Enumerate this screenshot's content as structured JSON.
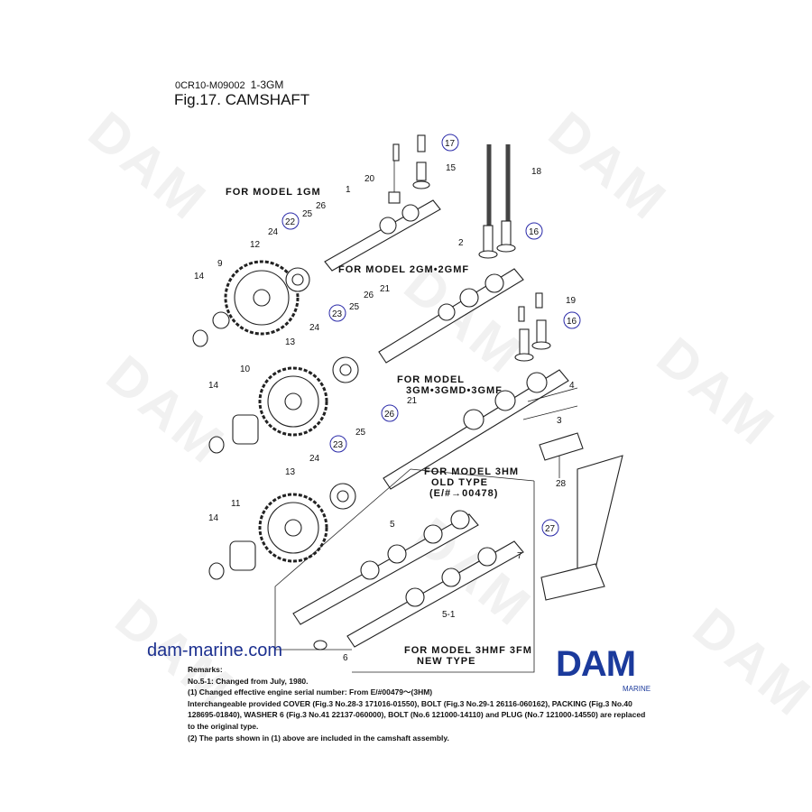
{
  "header": {
    "doc_code": "0CR10-M09002",
    "model": "1-3GM",
    "title": "Fig.17.  CAMSHAFT"
  },
  "watermark": "DAM",
  "models": {
    "m1": "FOR MODEL 1GM",
    "m2": "FOR MODEL 2GM•2GMF",
    "m3a": "FOR MODEL",
    "m3b": "3GM•3GMD•3GMF",
    "m4a": "FOR MODEL 3HM",
    "m4b": "OLD TYPE",
    "m4c": "(E/#→00478)",
    "m5a": "FOR MODEL 3HMF 3FM",
    "m5b": "NEW TYPE"
  },
  "callouts": [
    "17",
    "15",
    "18",
    "20",
    "1",
    "26",
    "25",
    "22",
    "24",
    "12",
    "9",
    "14",
    "2",
    "16",
    "21",
    "26",
    "25",
    "23",
    "19",
    "16",
    "24",
    "13",
    "10",
    "14",
    "4",
    "3",
    "21",
    "26",
    "25",
    "23",
    "24",
    "28",
    "13",
    "11",
    "14",
    "27",
    "5",
    "7",
    "5-1",
    "6"
  ],
  "footer": {
    "website": "dam-marine.com",
    "remarks": [
      "Remarks:",
      "No.5-1: Changed from July, 1980.",
      "(1) Changed effective engine serial number: From E/#00479〜(3HM)",
      "Interchangeable provided COVER (Fig.3 No.28-3 171016-01550), BOLT (Fig.3 No.29-1 26116-060162), PACKING (Fig.3 No.40",
      "128695-01840), WASHER 6 (Fig.3 No.41 22137-060000), BOLT (No.6 121000-14110) and PLUG (No.7 121000-14550) are replaced",
      "to the original type.",
      "(2) The parts shown in (1) above are included in the camshaft assembly."
    ],
    "logo": "DAM",
    "logo_sub": "MARINE"
  }
}
